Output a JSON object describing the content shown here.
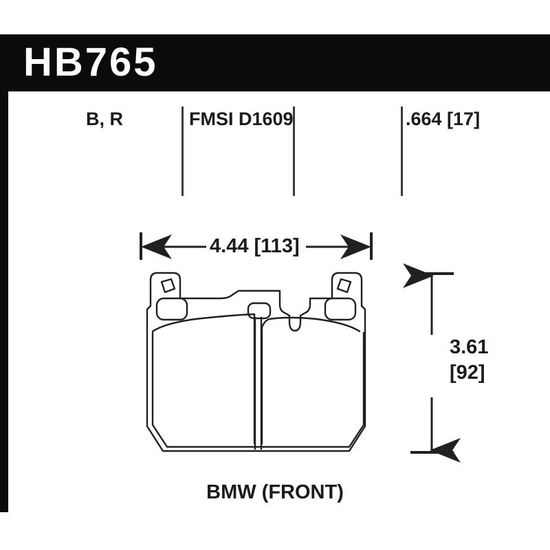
{
  "header": {
    "part_number": "HB765",
    "background_color": "#0b0b0b",
    "text_color": "#ffffff"
  },
  "spec_row": {
    "compound": "B, R",
    "fmsi": "FMSI D1609",
    "blank": "",
    "thickness": ".664 [17]"
  },
  "dimensions": {
    "width": "4.44 [113]",
    "height_in": "3.61",
    "height_mm": "[92]"
  },
  "footer": {
    "application": "BMW (FRONT)"
  },
  "colors": {
    "line": "#231f20",
    "divider": "#3a3a3a",
    "text": "#1b1b1b",
    "page": "#ffffff"
  }
}
